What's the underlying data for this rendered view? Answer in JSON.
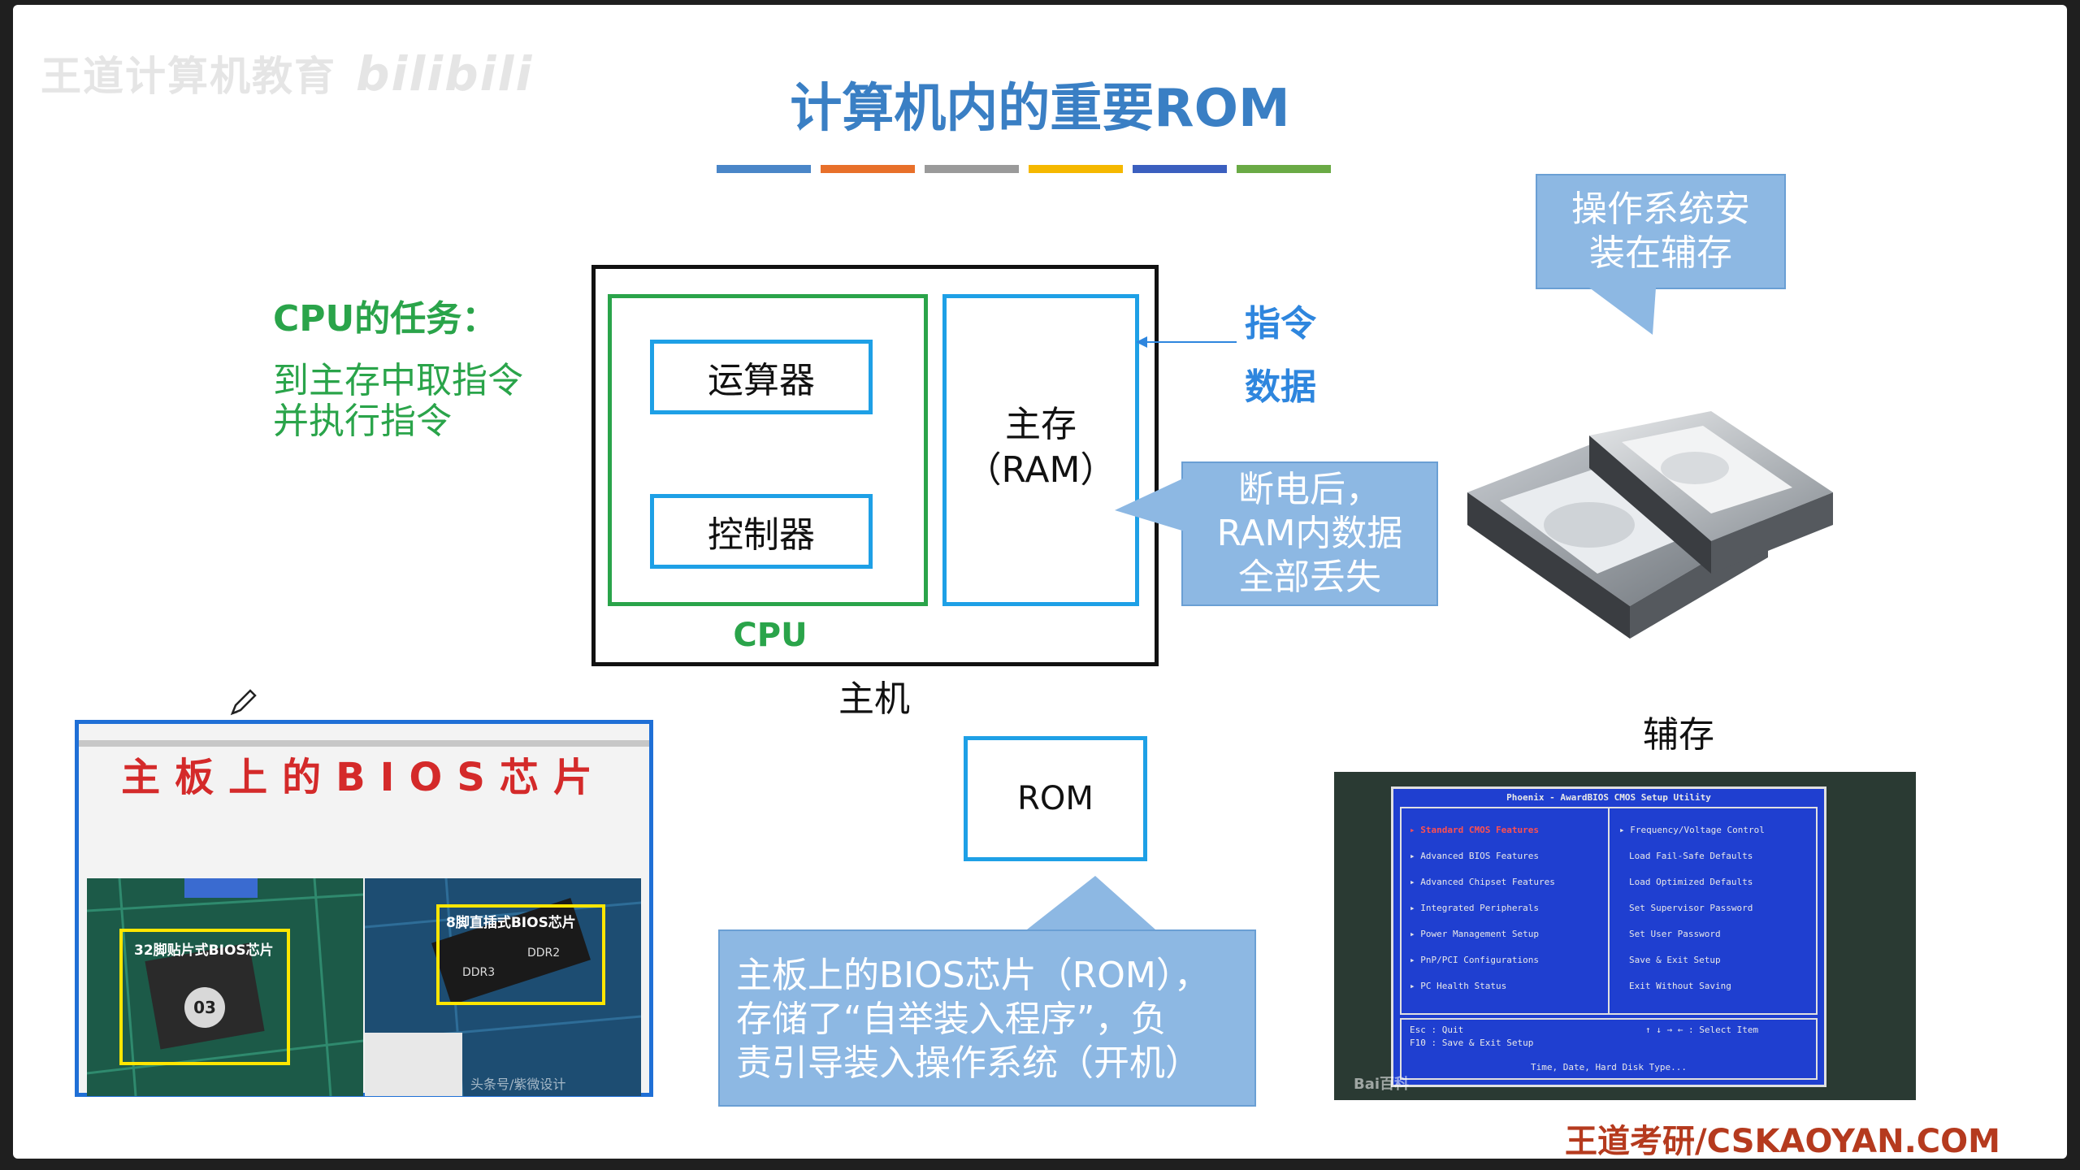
{
  "watermark": {
    "text": "王道计算机教育",
    "bili": "bilibili"
  },
  "title": {
    "text": "计算机内的重要ROM"
  },
  "title_bar_colors": [
    "#4a86c8",
    "#e8702a",
    "#9a9a9a",
    "#f5b800",
    "#3b5fbf",
    "#6aaa45"
  ],
  "cpu_task": {
    "heading": "CPU的任务：",
    "line1": "到主存中取指令",
    "line2": "并执行指令"
  },
  "host": {
    "alu": "运算器",
    "controller": "控制器",
    "cpu_label": "CPU",
    "memory_line1": "主存",
    "memory_line2": "（RAM）",
    "host_label": "主机"
  },
  "instruction_data": {
    "line1": "指令",
    "line2": "数据"
  },
  "callout_os": {
    "line1": "操作系统安",
    "line2": "装在辅存"
  },
  "callout_ram": {
    "line1": "断电后，",
    "line2": "RAM内数据",
    "line3": "全部丢失"
  },
  "aux_storage_label": "辅存",
  "rom_box": {
    "label": "ROM"
  },
  "callout_bios": {
    "line1": "主板上的BIOS芯片（ROM），",
    "line2": "存储了“自举装入程序”，负",
    "line3": "责引导装入操作系统（开机）"
  },
  "bios_photo": {
    "title": "主板上的BIOS芯片",
    "label_left": "32脚贴片式BIOS芯片",
    "label_right": "8脚直插式BIOS芯片",
    "chip_mark": "03",
    "ddr_left": "DDR3",
    "ddr_right": "DDR2",
    "credit": "头条号/紫微设计"
  },
  "bios_screen": {
    "header": "Phoenix - AwardBIOS CMOS Setup Utility",
    "left_items": [
      "Standard CMOS Features",
      "Advanced BIOS Features",
      "Advanced Chipset Features",
      "Integrated Peripherals",
      "Power Management Setup",
      "PnP/PCI Configurations",
      "PC Health Status"
    ],
    "right_items": [
      "Frequency/Voltage Control",
      "Load Fail-Safe Defaults",
      "Load Optimized Defaults",
      "Set Supervisor Password",
      "Set User Password",
      "Save & Exit Setup",
      "Exit Without Saving"
    ],
    "foot_left1": "Esc : Quit",
    "foot_left2": "F10 : Save & Exit Setup",
    "foot_right": "↑ ↓ → ←   : Select Item",
    "foot_bottom": "Time, Date, Hard Disk Type...",
    "logo": "Bai百科"
  },
  "footer": {
    "brand": "王道考研/CSKAOYAN.COM"
  },
  "colors": {
    "title": "#3a7fc4",
    "green": "#2aa44a",
    "blue_box": "#1ea0e6",
    "callout": "#8db8e3",
    "brand": "#b53a1e"
  }
}
